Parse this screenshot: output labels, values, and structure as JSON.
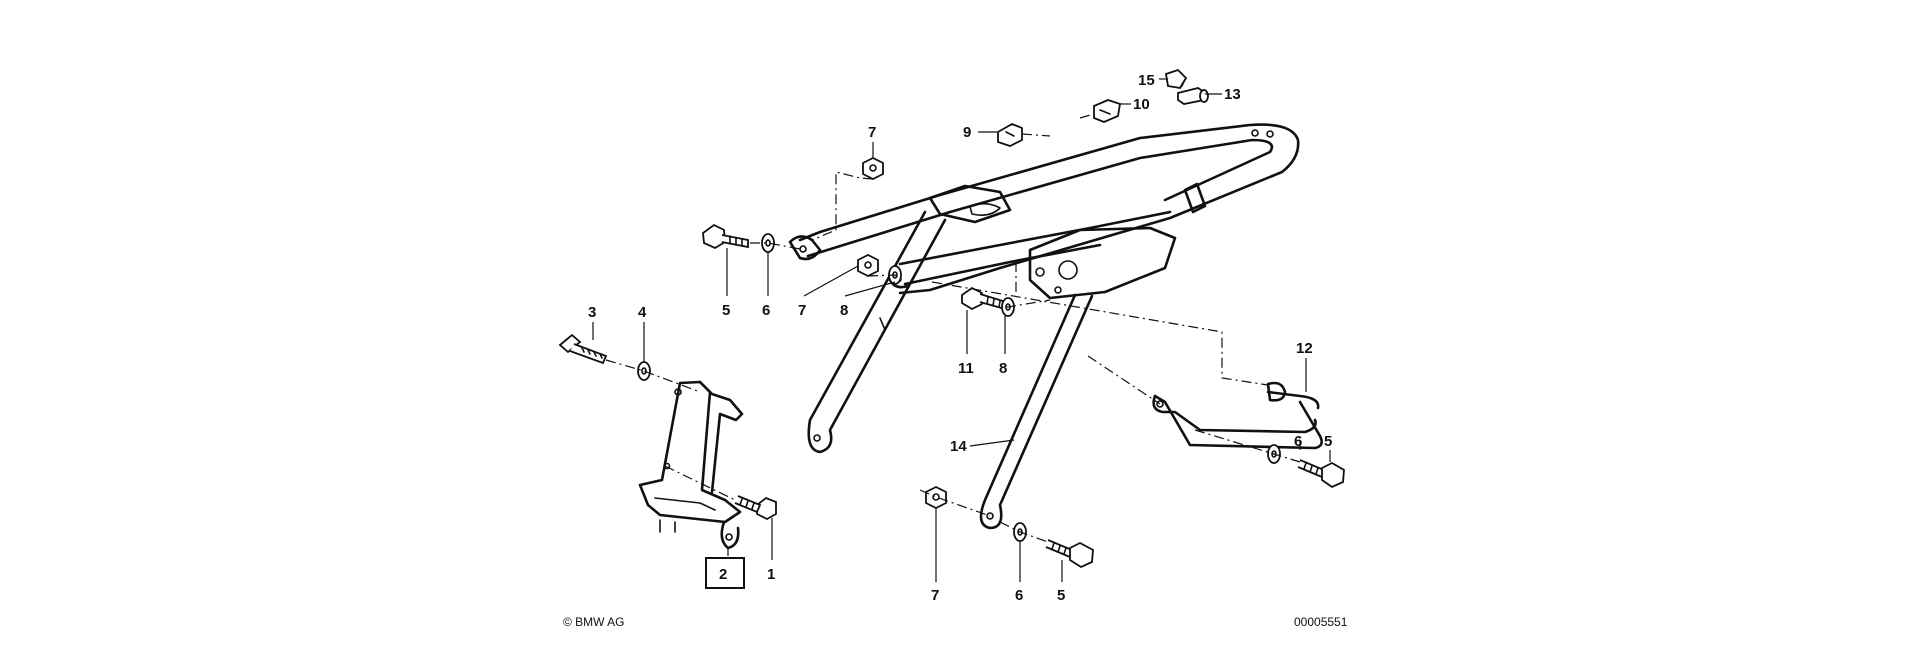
{
  "callouts": [
    {
      "id": "c15",
      "text": "15"
    },
    {
      "id": "c13",
      "text": "13"
    },
    {
      "id": "c10",
      "text": "10"
    },
    {
      "id": "c9",
      "text": "9"
    },
    {
      "id": "c7a",
      "text": "7"
    },
    {
      "id": "c5a",
      "text": "5"
    },
    {
      "id": "c6a",
      "text": "6"
    },
    {
      "id": "c7b",
      "text": "7"
    },
    {
      "id": "c8a",
      "text": "8"
    },
    {
      "id": "c11",
      "text": "11"
    },
    {
      "id": "c8b",
      "text": "8"
    },
    {
      "id": "c3",
      "text": "3"
    },
    {
      "id": "c4",
      "text": "4"
    },
    {
      "id": "c12",
      "text": "12"
    },
    {
      "id": "c14",
      "text": "14"
    },
    {
      "id": "c6b",
      "text": "6"
    },
    {
      "id": "c5b",
      "text": "5"
    },
    {
      "id": "c2",
      "text": "2"
    },
    {
      "id": "c1",
      "text": "1"
    },
    {
      "id": "c7c",
      "text": "7"
    },
    {
      "id": "c6c",
      "text": "6"
    },
    {
      "id": "c5c",
      "text": "5"
    }
  ],
  "footer": {
    "copyright": "© BMW AG",
    "diagram_number": "00005551"
  }
}
